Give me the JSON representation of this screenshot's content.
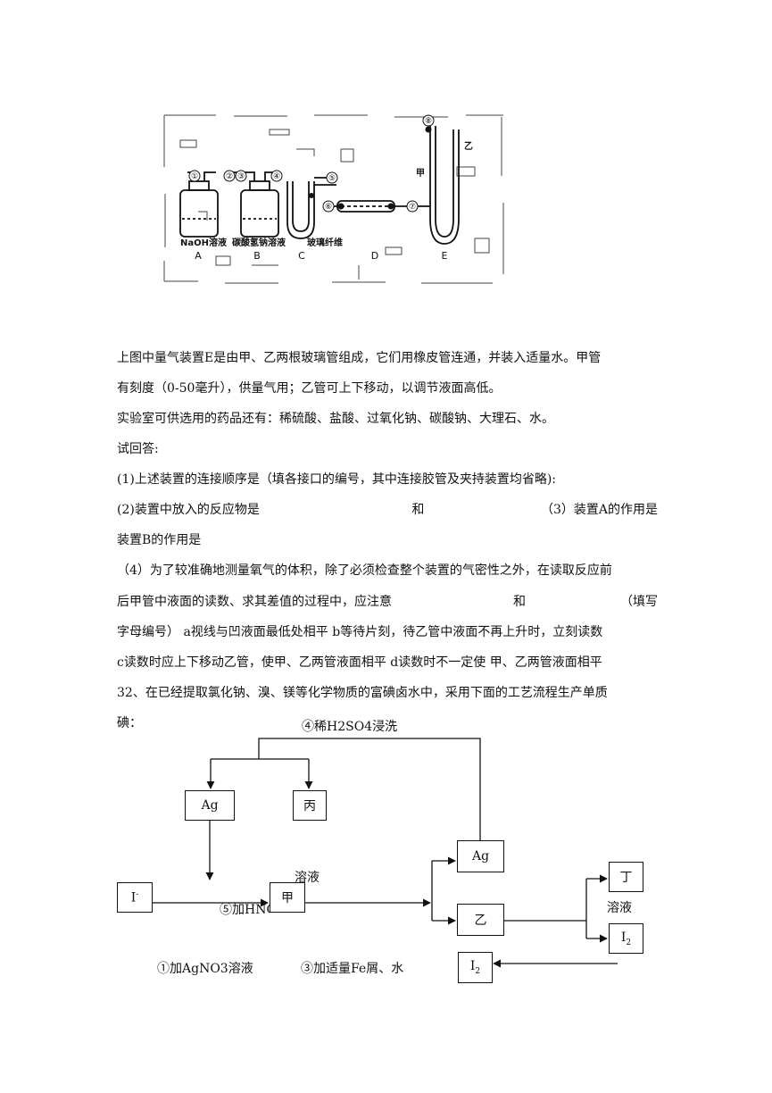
{
  "figure": {
    "ports": [
      "①",
      "②",
      "③",
      "④",
      "⑤",
      "⑥",
      "⑦",
      "⑧"
    ],
    "reagent_a": "NaOH溶液",
    "reagent_b": "碳酸氢钠溶液",
    "fiber": "玻璃纤维",
    "labels": [
      "A",
      "B",
      "C",
      "D",
      "E"
    ],
    "tube_jia": "甲",
    "tube_yi": "乙"
  },
  "text": {
    "p1a": "上图中量气装置E是由甲、乙两根玻璃管组成，它们用橡皮管连通，并装入适量水。甲管",
    "p1b": "有刻度（0-50毫升），供量气用；乙管可上下移动，以调节液面高低。",
    "p2": "实验室可供选用的药品还有：稀硫酸、盐酸、过氧化钠、碳酸钠、大理石、水。",
    "p3": "试回答:",
    "q1": "(1)上述装置的连接顺序是（填各接口的编号，其中连接胶管及夹持装置均省略):",
    "q2_a": "(2)装置中放入的反应物是",
    "q2_b": "和",
    "q2_c": "（3）装置A的作用是",
    "q3_line2": "装置B的作用是",
    "q4_a": "（4）为了较准确地测量氧气的体积，除了必须检查整个装置的气密性之外，在读取反应前",
    "q4_b1": "后甲管中液面的读数、求其差值的过程中，应注意",
    "q4_b2": "和",
    "q4_b3": "（填写",
    "q4_c": "字母编号） a视线与凹液面最低处相平 b等待片刻，待乙管中液面不再上升时，立刻读数",
    "q4_d": "c读数时应上下移动乙管，使甲、乙两管液面相平 d读数时不一定使 甲、乙两管液面相平",
    "q32_a": "32、在已经提取氯化钠、溴、镁等化学物质的富碘卤水中，采用下面的工艺流程生产单质",
    "q32_b": "碘："
  },
  "flow": {
    "step4": "④稀H2SO4浸洗",
    "box_ag1": "Ag",
    "box_bing": "丙",
    "box_i": "I",
    "box_i_sup": "-",
    "box_jia": "甲",
    "label_rongye1": "溶液",
    "step5": "⑤加HNO",
    "box_ag2": "Ag",
    "box_yi": "乙",
    "box_ding": "丁",
    "label_rongye2": "溶液",
    "box_i2a": "I",
    "box_i2a_sub": "2",
    "box_i2b": "I",
    "box_i2b_sub": "2",
    "step1": "①加AgNO3溶液",
    "step3": "③加适量Fe屑、水"
  }
}
